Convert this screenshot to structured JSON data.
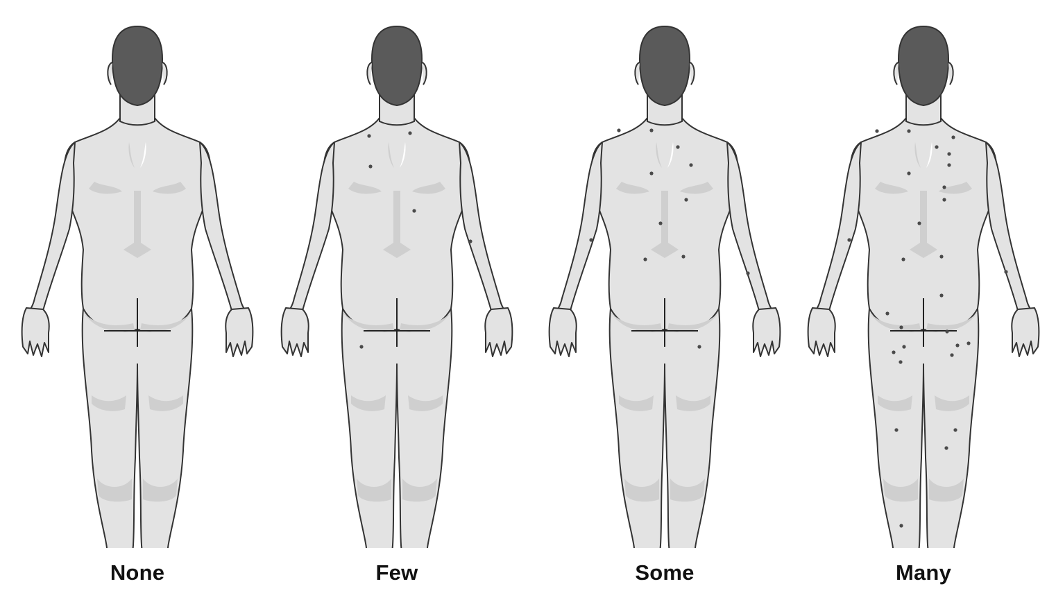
{
  "panels": [
    {
      "label": "None",
      "mole_density": "none"
    },
    {
      "label": "Few",
      "mole_density": "few"
    },
    {
      "label": "Some",
      "mole_density": "some"
    },
    {
      "label": "Many",
      "mole_density": "many"
    }
  ],
  "colors": {
    "skin": "#e3e3e3",
    "shade": "#cfcfcf",
    "outline": "#333333",
    "hair": "#5a5a5a",
    "mole": "#4a4a4a",
    "label": "#111111"
  }
}
